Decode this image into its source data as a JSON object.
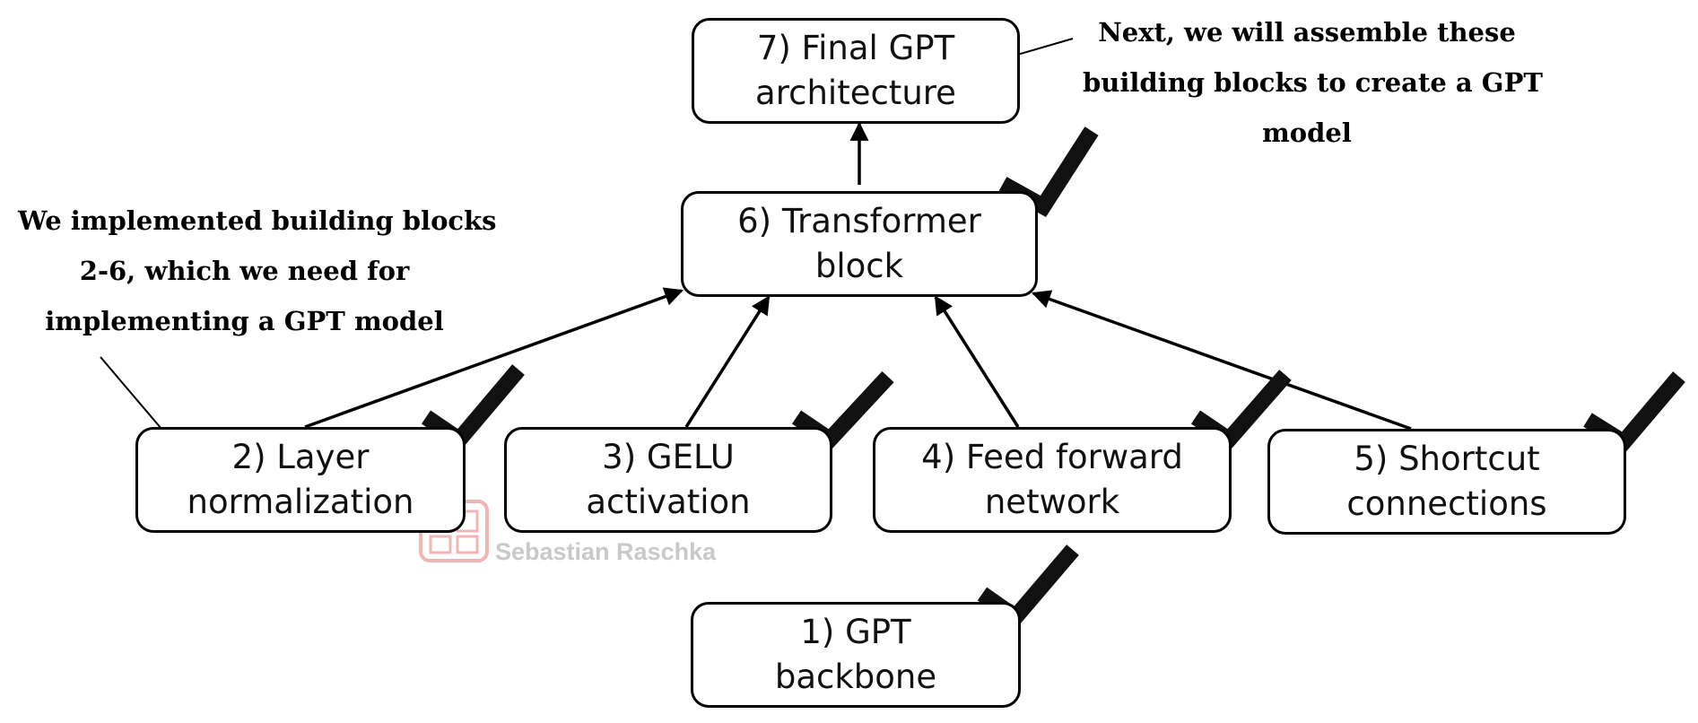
{
  "boxes": {
    "gpt_backbone": [
      "1) GPT",
      "backbone"
    ],
    "layer_norm": [
      "2) Layer",
      "normalization"
    ],
    "gelu": [
      "3) GELU",
      "activation"
    ],
    "feed_forward": [
      "4) Feed forward",
      "network"
    ],
    "shortcut": [
      "5) Shortcut",
      "connections"
    ],
    "transformer": [
      "6) Transformer",
      "block"
    ],
    "final_gpt": [
      "7) Final GPT",
      "architecture"
    ]
  },
  "notes": {
    "left": [
      "We implemented building blocks",
      "2-6, which we need for",
      "implementing a GPT model"
    ],
    "right": [
      "Next, we will assemble these",
      "building blocks to create a GPT",
      "model"
    ]
  },
  "watermark": {
    "text": "Sebastian Raschka",
    "color": "#e8a0a0"
  },
  "colors": {
    "stroke": "#000000",
    "checkmark": "#111111"
  }
}
